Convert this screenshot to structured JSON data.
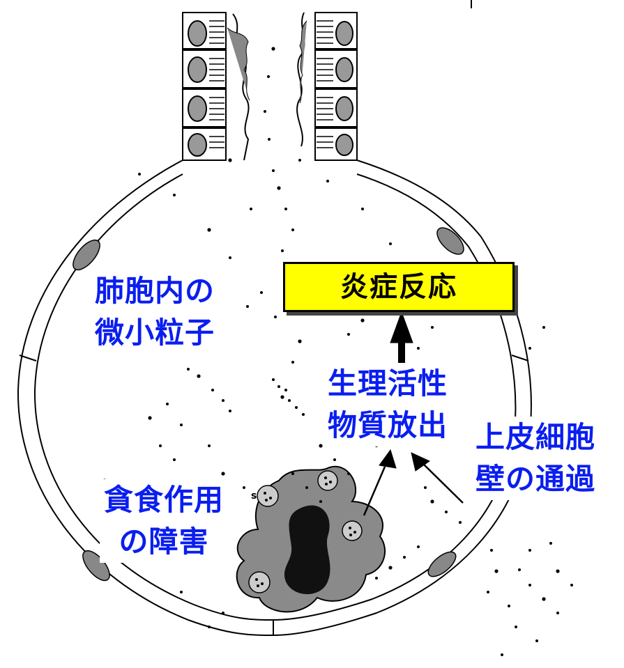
{
  "labels": {
    "alveolar_particles": [
      "肺胞内の",
      "微小粒子"
    ],
    "phagocytosis_impairment": [
      "貪食作用",
      "の障害"
    ],
    "bioactive_release": [
      "生理活性",
      "物質放出"
    ],
    "epithelial_passage": [
      "上皮細胞",
      "壁の通過"
    ],
    "inflammation": "炎症反応"
  },
  "colors": {
    "label_text": "#0a1ef0",
    "highlight_box": "#ffff00",
    "cell_fill": "#8a8a8a",
    "nucleus": "#111111"
  }
}
